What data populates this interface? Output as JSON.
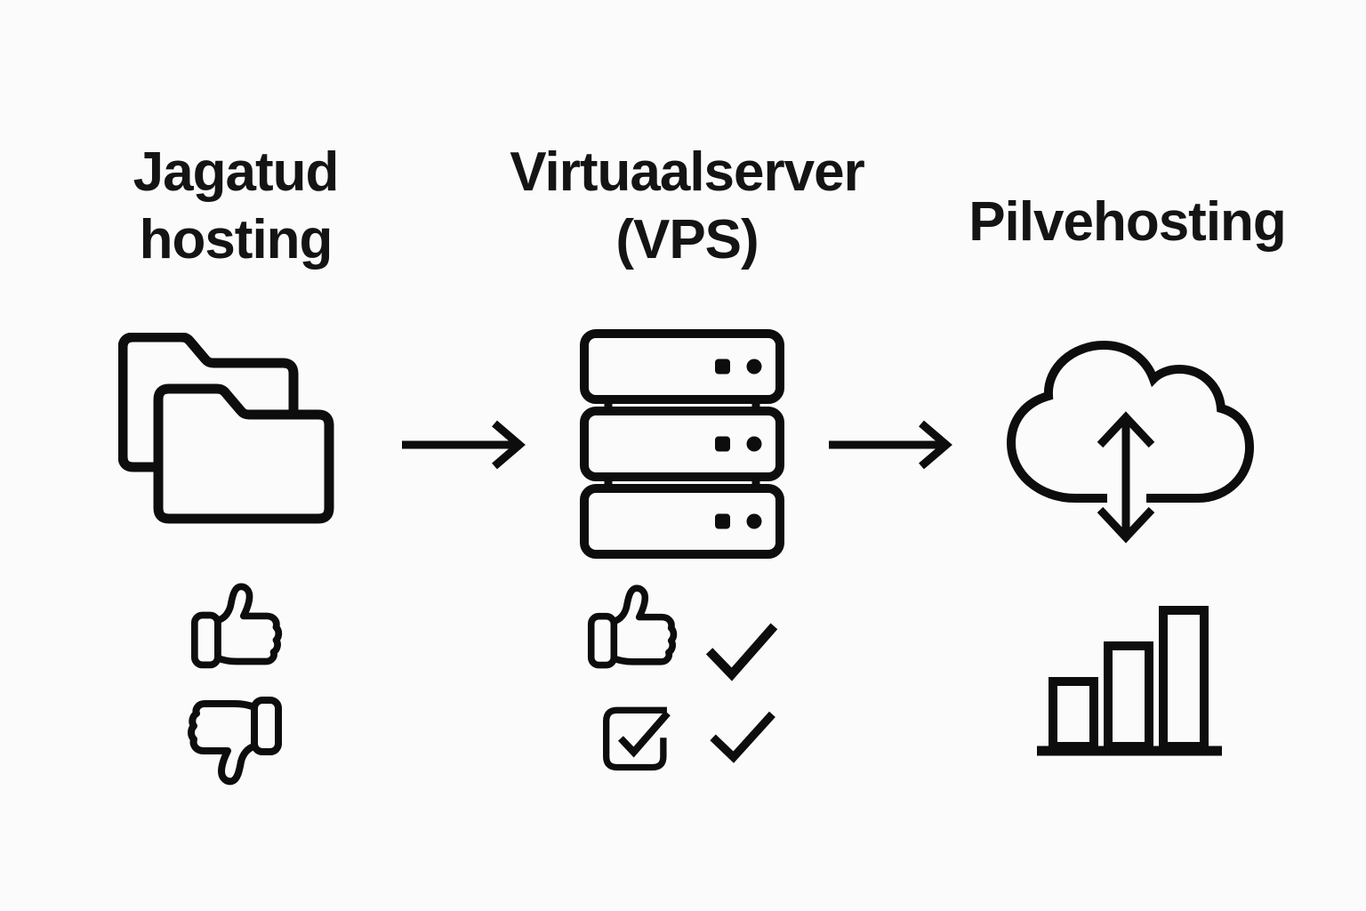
{
  "page": {
    "background_color": "#fbfbfb",
    "ink_color": "#0d0d0d"
  },
  "columns": [
    {
      "id": "shared-hosting",
      "title_line1": "Jagatud",
      "title_line2": "hosting",
      "main_icon": "folders-icon",
      "badge_icons": [
        "thumbs-up-icon",
        "thumbs-down-icon"
      ]
    },
    {
      "id": "vps",
      "title_line1": "Virtuaalserver",
      "title_line2": "(VPS)",
      "main_icon": "server-stack-icon",
      "badge_icons": [
        "thumbs-up-icon",
        "checkmark-icon",
        "checkbox-checked-icon",
        "checkmark-icon"
      ]
    },
    {
      "id": "cloud-hosting",
      "title_line1": "Pilvehosting",
      "main_icon": "cloud-sync-icon",
      "badge_icons": [
        "bar-chart-icon"
      ]
    }
  ],
  "arrows": [
    {
      "direction": "right"
    },
    {
      "direction": "right"
    }
  ]
}
